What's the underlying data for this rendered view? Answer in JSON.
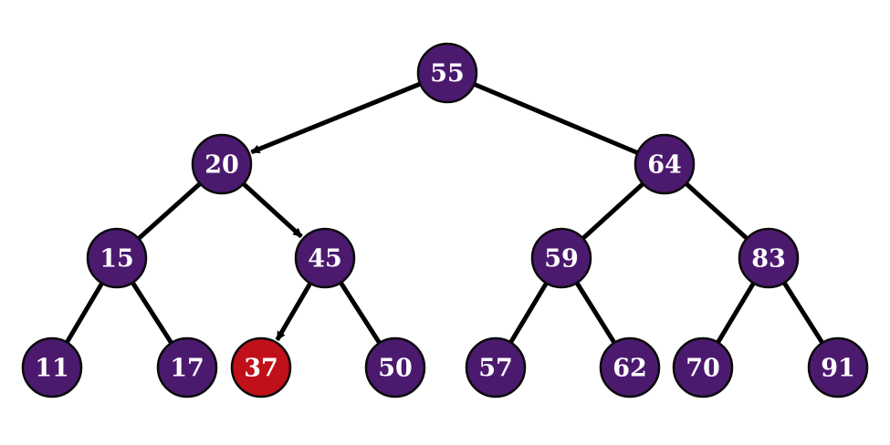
{
  "colors": {
    "node_fill": "#4b1a6e",
    "highlight_fill": "#c0101a",
    "edge": "#000000",
    "label": "#ffffff"
  },
  "nodes": [
    {
      "id": "n55",
      "label": "55",
      "highlight": false
    },
    {
      "id": "n20",
      "label": "20",
      "highlight": false
    },
    {
      "id": "n64",
      "label": "64",
      "highlight": false
    },
    {
      "id": "n15",
      "label": "15",
      "highlight": false
    },
    {
      "id": "n45",
      "label": "45",
      "highlight": false
    },
    {
      "id": "n59",
      "label": "59",
      "highlight": false
    },
    {
      "id": "n83",
      "label": "83",
      "highlight": false
    },
    {
      "id": "n11",
      "label": "11",
      "highlight": false
    },
    {
      "id": "n17",
      "label": "17",
      "highlight": false
    },
    {
      "id": "n37",
      "label": "37",
      "highlight": true
    },
    {
      "id": "n50",
      "label": "50",
      "highlight": false
    },
    {
      "id": "n57",
      "label": "57",
      "highlight": false
    },
    {
      "id": "n62",
      "label": "62",
      "highlight": false
    },
    {
      "id": "n70",
      "label": "70",
      "highlight": false
    },
    {
      "id": "n91",
      "label": "91",
      "highlight": false
    }
  ],
  "edges": [
    {
      "from": "n55",
      "to": "n20",
      "arrow": true
    },
    {
      "from": "n55",
      "to": "n64",
      "arrow": false
    },
    {
      "from": "n20",
      "to": "n15",
      "arrow": false
    },
    {
      "from": "n20",
      "to": "n45",
      "arrow": true
    },
    {
      "from": "n64",
      "to": "n59",
      "arrow": false
    },
    {
      "from": "n64",
      "to": "n83",
      "arrow": false
    },
    {
      "from": "n15",
      "to": "n11",
      "arrow": false
    },
    {
      "from": "n15",
      "to": "n17",
      "arrow": false
    },
    {
      "from": "n45",
      "to": "n37",
      "arrow": true
    },
    {
      "from": "n45",
      "to": "n50",
      "arrow": false
    },
    {
      "from": "n59",
      "to": "n57",
      "arrow": false
    },
    {
      "from": "n59",
      "to": "n62",
      "arrow": false
    },
    {
      "from": "n83",
      "to": "n70",
      "arrow": false
    },
    {
      "from": "n83",
      "to": "n91",
      "arrow": false
    }
  ]
}
